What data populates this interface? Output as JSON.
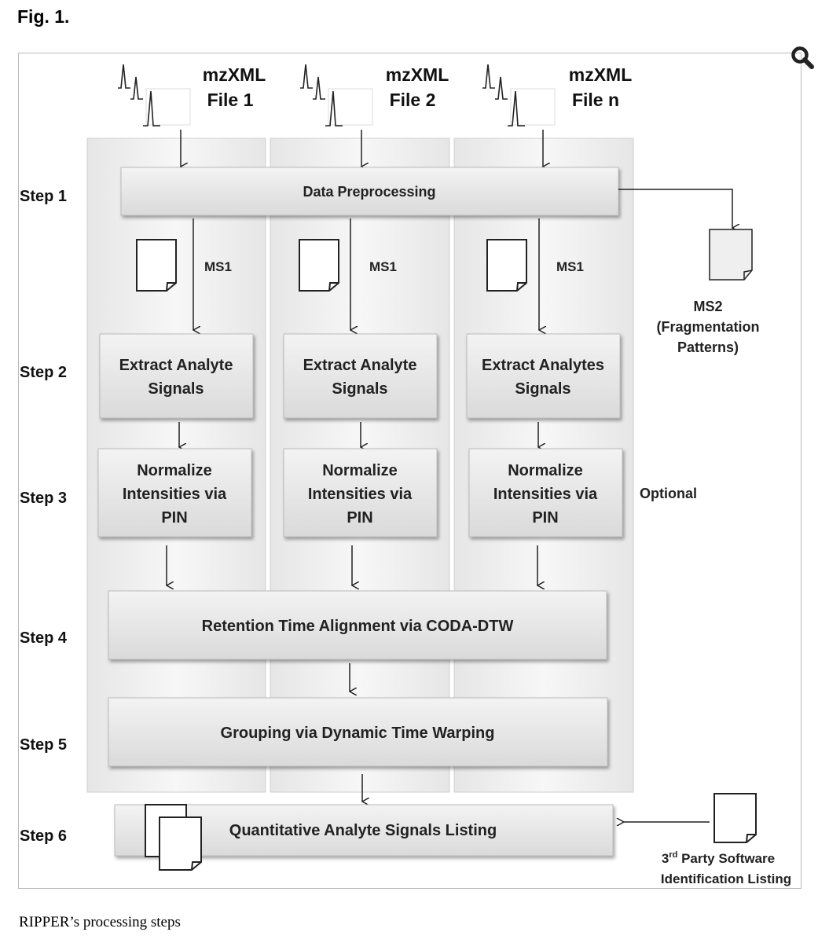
{
  "figure_label": "Fig. 1.",
  "caption": "RIPPER’s processing steps",
  "files": [
    {
      "line1": "mzXML",
      "line2": "File 1"
    },
    {
      "line1": "mzXML",
      "line2": "File 2"
    },
    {
      "line1": "mzXML",
      "line2": "File n"
    }
  ],
  "steps": [
    "Step 1",
    "Step 2",
    "Step 3",
    "Step 4",
    "Step 5",
    "Step 6"
  ],
  "data_preprocessing": "Data Preprocessing",
  "ms1_label": "MS1",
  "ms2": {
    "line1": "MS2",
    "line2": "(Fragmentation",
    "line3": "Patterns)"
  },
  "extract": [
    {
      "line1": "Extract Analyte",
      "line2": "Signals"
    },
    {
      "line1": "Extract Analyte",
      "line2": "Signals"
    },
    {
      "line1": "Extract Analytes",
      "line2": "Signals"
    }
  ],
  "normalize": {
    "line1": "Normalize",
    "line2": "Intensities via",
    "line3": "PIN"
  },
  "optional": "Optional",
  "alignment": "Retention Time Alignment via CODA-DTW",
  "grouping": "Grouping via Dynamic Time Warping",
  "listing": "Quantitative Analyte Signals Listing",
  "third_party": {
    "line1_base": "3",
    "line1_sup": "rd",
    "line1_rest": " Party Software",
    "line2": "Identification Listing"
  },
  "icons": {
    "zoom": "magnifier-icon",
    "spectrum": "spectrum-file-icon",
    "document": "document-icon"
  }
}
